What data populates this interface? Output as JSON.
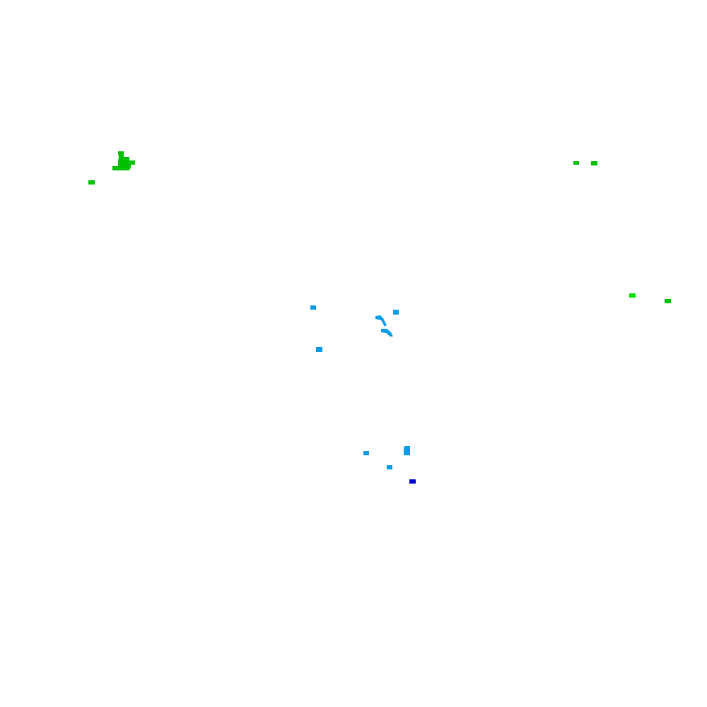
{
  "map": {
    "background_color": "#ffffff",
    "legend": [],
    "labels": [],
    "feature_colors": {
      "green": "#00c000",
      "bright_green": "#00e000",
      "light_blue": "#0a9be6",
      "dark_blue": "#0000d0"
    },
    "feature_groups": [
      {
        "group": "northwest-green-cluster",
        "color": "green",
        "count": 2
      },
      {
        "group": "northeast-green-cluster",
        "color": "green",
        "count": 2
      },
      {
        "group": "east-green-cluster",
        "color": "bright_green",
        "count": 2
      },
      {
        "group": "central-blue-cluster",
        "color": "light_blue",
        "count": 5
      },
      {
        "group": "south-blue-cluster",
        "color": "light_blue",
        "count": 3
      },
      {
        "group": "south-darkblue-point",
        "color": "dark_blue",
        "count": 1
      }
    ]
  }
}
